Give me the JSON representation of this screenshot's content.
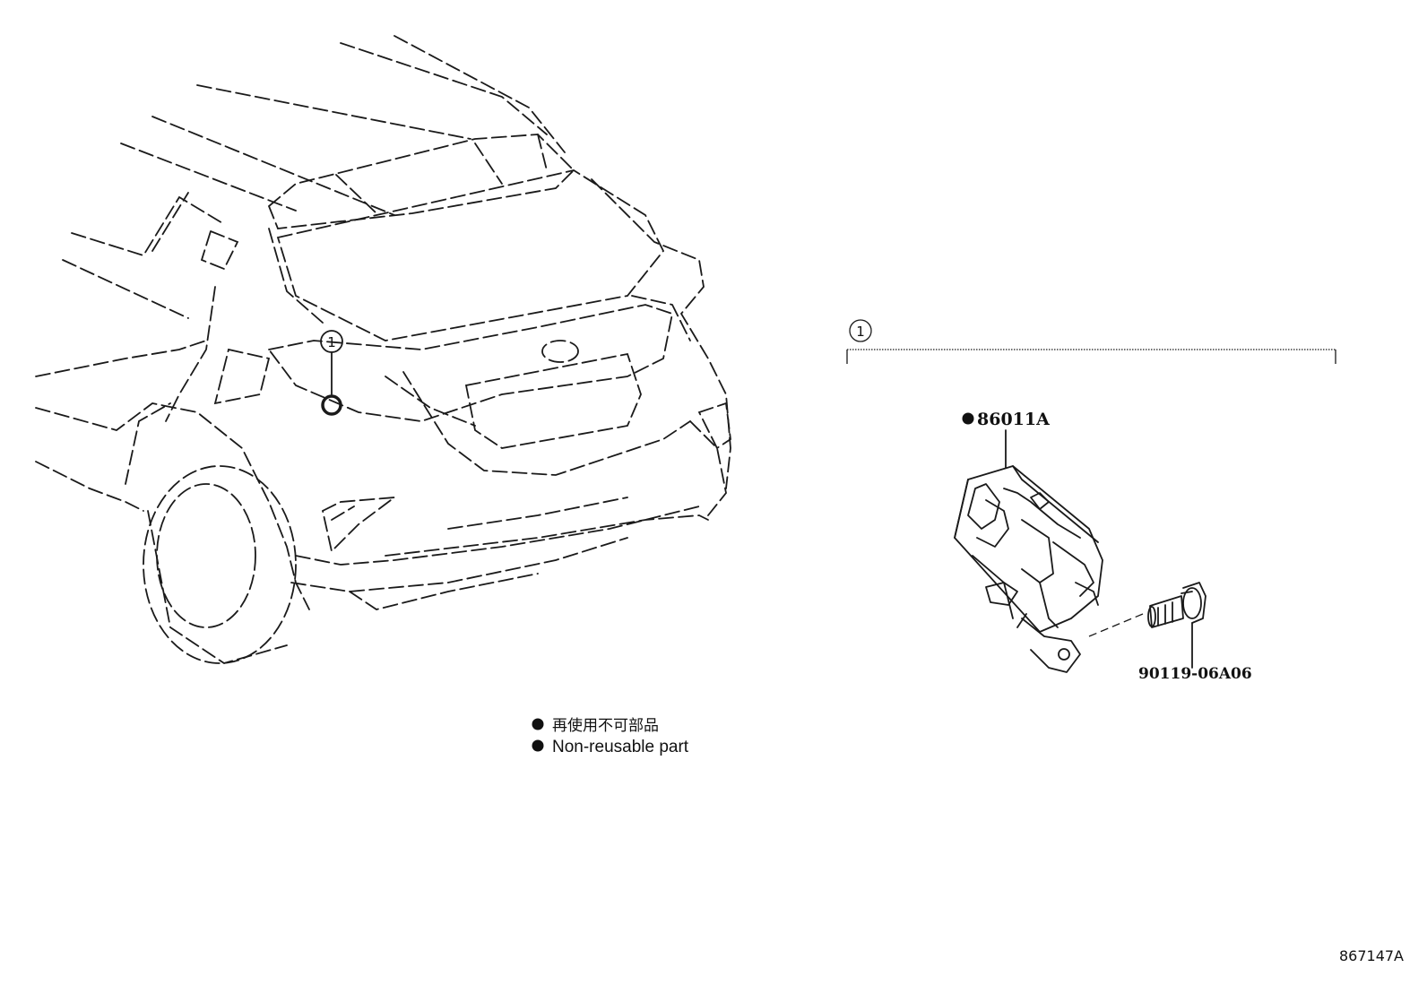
{
  "callout": {
    "number": "1"
  },
  "parts": [
    {
      "label": "86011A",
      "non_reusable": true
    },
    {
      "label": "90119-06A06",
      "non_reusable": false
    }
  ],
  "legend": {
    "line_jp": "再使用不可部品",
    "line_en": "Non-reusable part"
  },
  "drawing_code": "867147A"
}
